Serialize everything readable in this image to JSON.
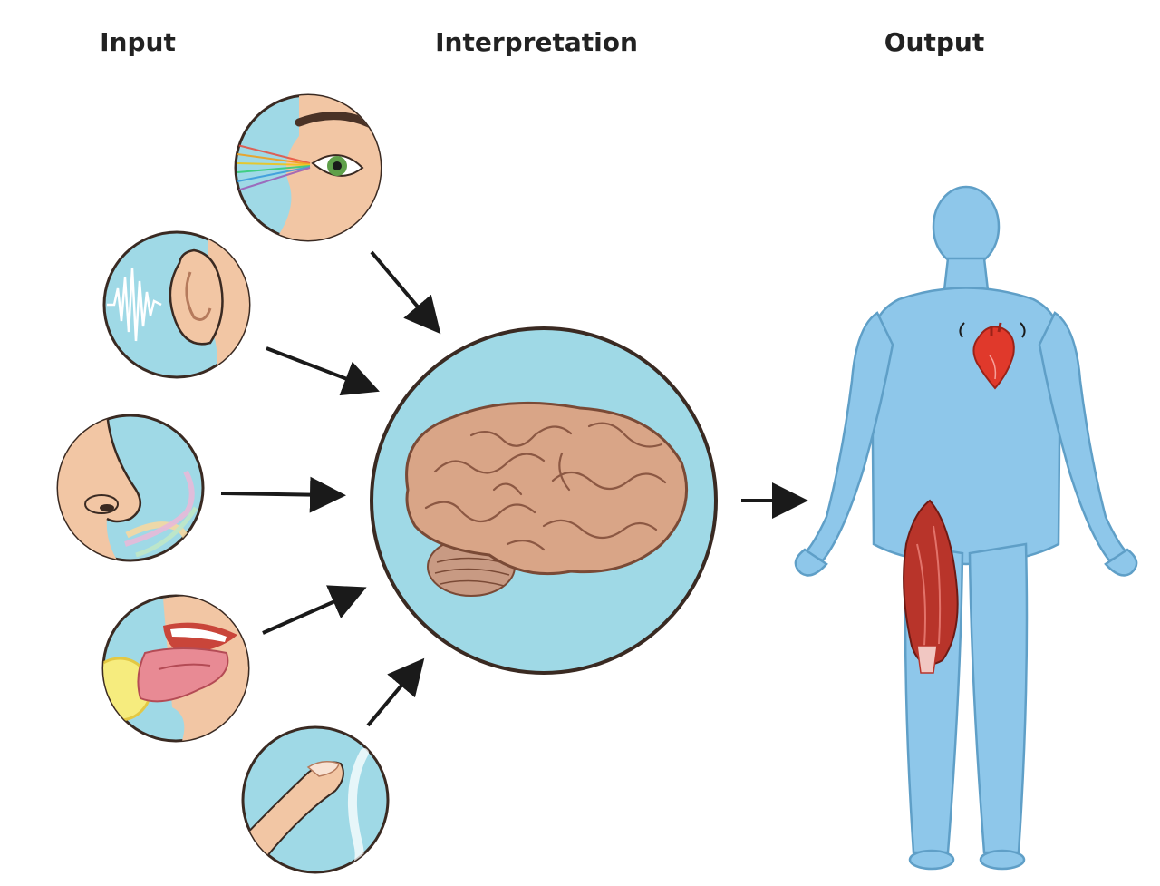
{
  "headings": {
    "input": "Input",
    "interpretation": "Interpretation",
    "output": "Output"
  },
  "colors": {
    "background": "#ffffff",
    "circle_fill": "#9fd9e6",
    "circle_stroke": "#3a2a22",
    "skin": "#f2c6a4",
    "brain": "#d9a587",
    "body": "#8ec7ea",
    "heart": "#e0392b",
    "muscle": "#b8342a",
    "arrow": "#1a1a1a"
  },
  "sense_inputs": [
    {
      "sense": "sight",
      "icon": "eye-icon"
    },
    {
      "sense": "hearing",
      "icon": "ear-icon"
    },
    {
      "sense": "smell",
      "icon": "nose-icon"
    },
    {
      "sense": "taste",
      "icon": "tongue-icon"
    },
    {
      "sense": "touch",
      "icon": "finger-icon"
    }
  ],
  "interpretation": {
    "icon": "brain-icon"
  },
  "output": {
    "icon": "human-body-icon",
    "highlights": [
      "heart-icon",
      "thigh-muscle-icon"
    ]
  }
}
